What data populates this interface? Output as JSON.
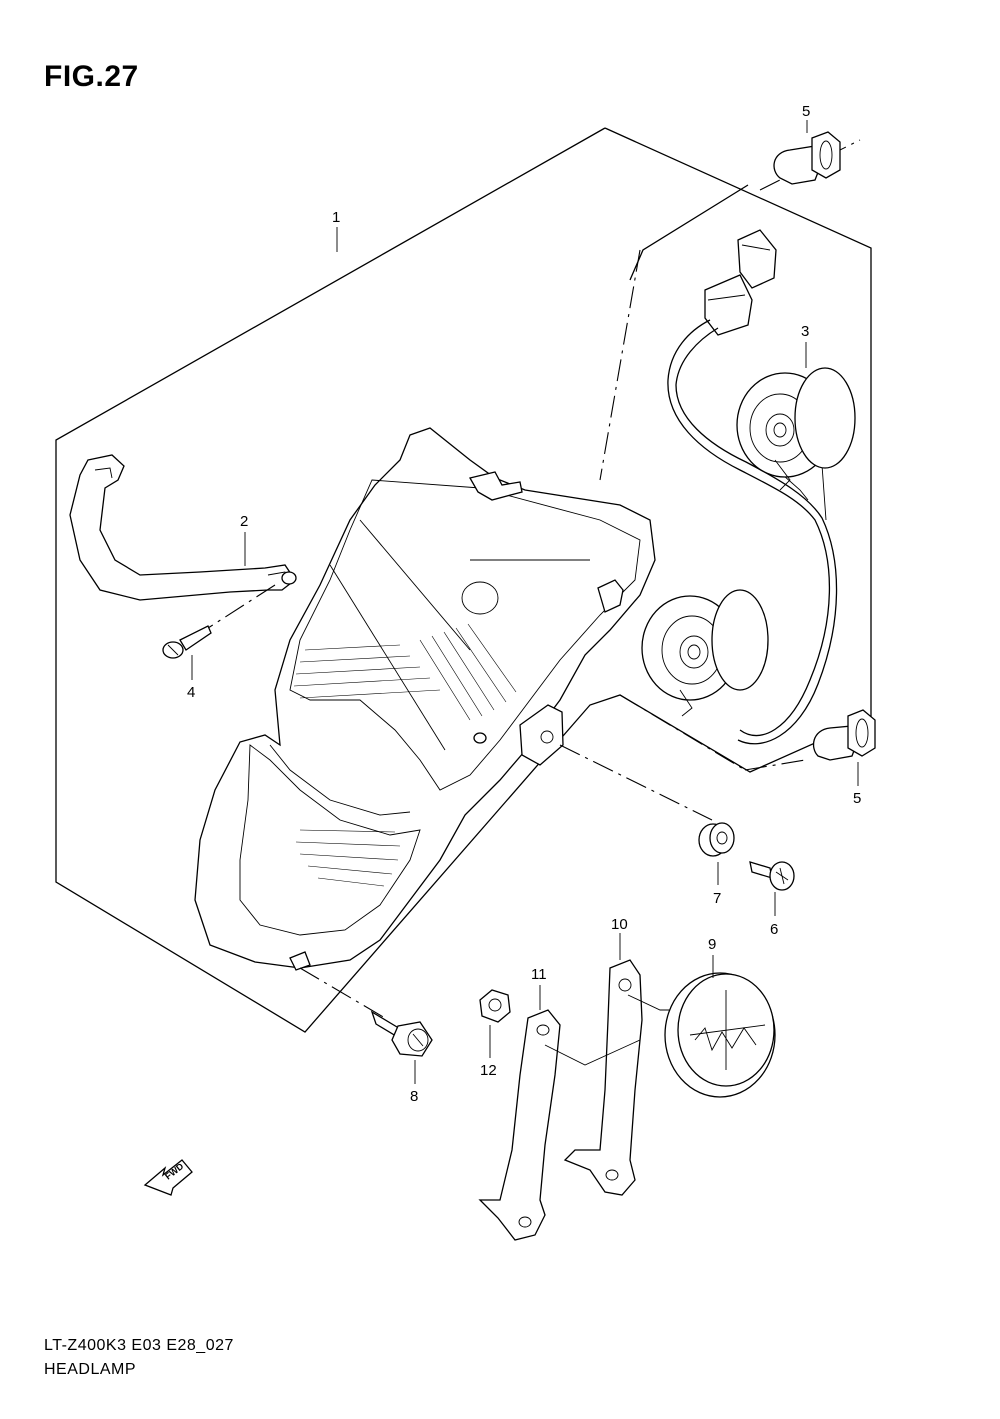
{
  "figure": {
    "title": "FIG.27",
    "model_code": "LT-Z400K3  E03  E28_027",
    "section_name": "HEADLAMP"
  },
  "callouts": [
    {
      "id": "callout-1",
      "label": "1"
    },
    {
      "id": "callout-2",
      "label": "2"
    },
    {
      "id": "callout-3",
      "label": "3"
    },
    {
      "id": "callout-4",
      "label": "4"
    },
    {
      "id": "callout-5a",
      "label": "5"
    },
    {
      "id": "callout-5b",
      "label": "5"
    },
    {
      "id": "callout-6",
      "label": "6"
    },
    {
      "id": "callout-7",
      "label": "7"
    },
    {
      "id": "callout-8",
      "label": "8"
    },
    {
      "id": "callout-9",
      "label": "9"
    },
    {
      "id": "callout-10",
      "label": "10"
    },
    {
      "id": "callout-11",
      "label": "11"
    },
    {
      "id": "callout-12",
      "label": "12"
    }
  ],
  "fwd_arrow": {
    "label": "FWD"
  }
}
